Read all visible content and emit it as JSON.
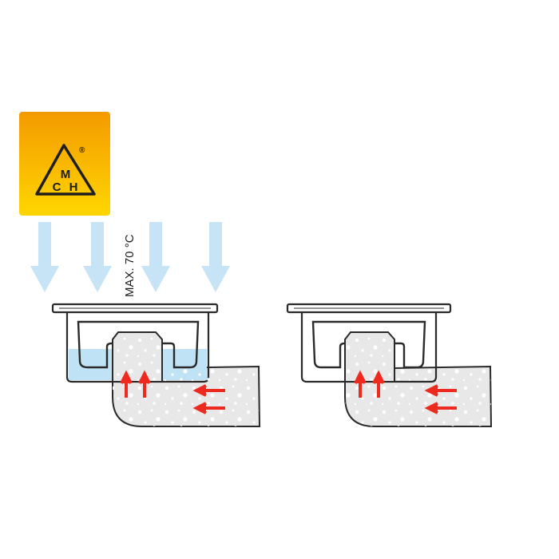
{
  "logo": {
    "letters": [
      "M",
      "C",
      "H"
    ],
    "registered_mark": "®",
    "background_color": "#f5b800"
  },
  "temperature_label": "MAX. 70 °C",
  "colors": {
    "water": "#bfe3f4",
    "flow_arrow": "#ee2a1f",
    "inflow_arrow": "#c6e4f6",
    "outline": "#2a2a2a",
    "body_fill": "#e8e8e8"
  },
  "icons": {
    "inflow": "down-arrow-icon",
    "flow": "flow-arrow-icon"
  },
  "drains": [
    {
      "name": "left-drain",
      "water_filled": true
    },
    {
      "name": "right-drain",
      "water_filled": false
    }
  ]
}
